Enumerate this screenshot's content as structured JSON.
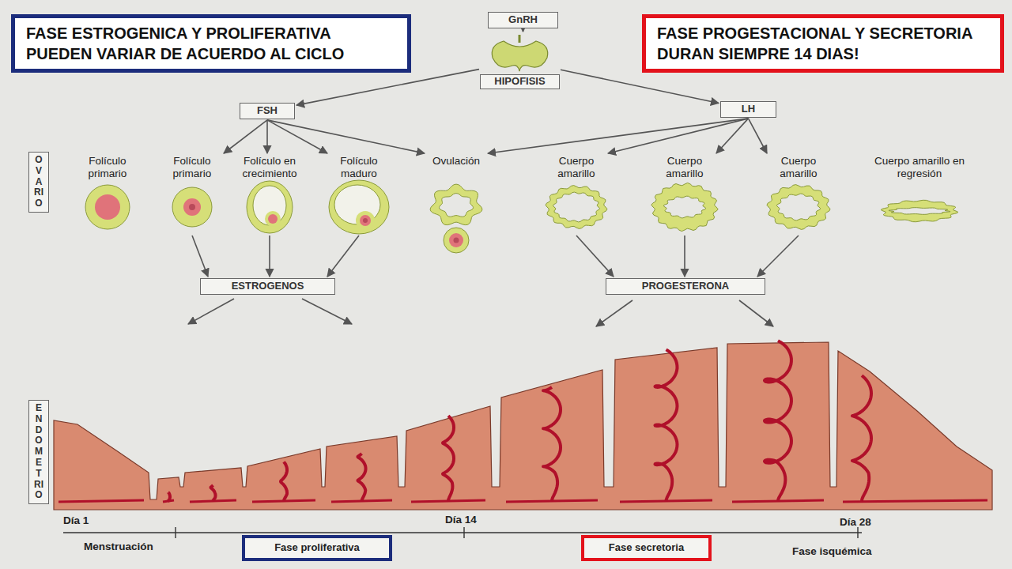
{
  "diagram": {
    "nodes": [
      {
        "text": [
          "FASE ESTROGENICA Y PROLIFERATIVA PUEDEN VARIAR DE ACUERDO AL CICLO"
        ]
      },
      {
        "text": [
          "GnRH"
        ]
      },
      {
        "text": [
          "FASE PROGESTACIONAL Y SECRETORIA DURAN SIEMPRE 14 DIAS!"
        ]
      },
      {
        "text": [
          "HIPOFISIS"
        ]
      },
      {
        "text": [
          "FSH"
        ]
      },
      {
        "text": [
          "LH"
        ]
      },
      {
        "text": [
          "OVARIO"
        ]
      },
      {
        "text": [
          "Folículo primario"
        ]
      },
      {
        "text": [
          "Folículo primario"
        ]
      },
      {
        "text": [
          "Folículo en crecimiento"
        ]
      },
      {
        "text": [
          "Folículo maduro"
        ]
      },
      {
        "text": [
          "Ovulación"
        ]
      },
      {
        "text": [
          "Cuerpo amarillo"
        ]
      },
      {
        "text": [
          "Cuerpo amarillo"
        ]
      },
      {
        "text": [
          "Cuerpo amarillo"
        ]
      },
      {
        "text": [
          "Cuerpo amarillo en regresión"
        ]
      },
      {
        "text": [
          "ESTROGENOS"
        ]
      },
      {
        "text": [
          "PROGESTERONA"
        ]
      },
      {
        "text": [
          "ENDOMETRIO"
        ]
      },
      {
        "text": [
          "Fase proliferativa"
        ]
      },
      {
        "text": [
          "Fase secretoria"
        ]
      }
    ],
    "edges": [
      {
        "from": 1,
        "to": 3,
        "arrow": "to"
      },
      {
        "from": 3,
        "to": 4,
        "arrow": "to"
      },
      {
        "from": 3,
        "to": 5,
        "arrow": "to"
      },
      {
        "from": 4,
        "to": 8,
        "arrow": "to"
      },
      {
        "from": 4,
        "to": 9,
        "arrow": "to"
      },
      {
        "from": 4,
        "to": 10,
        "arrow": "to"
      },
      {
        "from": 4,
        "to": 11,
        "arrow": "to"
      },
      {
        "from": 5,
        "to": 11,
        "arrow": "to"
      },
      {
        "from": 5,
        "to": 12,
        "arrow": "to"
      },
      {
        "from": 5,
        "to": 13,
        "arrow": "to"
      },
      {
        "from": 5,
        "to": 14,
        "arrow": "to"
      },
      {
        "from": 8,
        "to": 16,
        "arrow": "to"
      },
      {
        "from": 9,
        "to": 16,
        "arrow": "to"
      },
      {
        "from": 10,
        "to": 16,
        "arrow": "to"
      },
      {
        "from": 12,
        "to": 17,
        "arrow": "to"
      },
      {
        "from": 13,
        "to": 17,
        "arrow": "to"
      },
      {
        "from": 14,
        "to": 17,
        "arrow": "to"
      }
    ],
    "labels": [
      "Día 1",
      "Día 14",
      "Día 28",
      "Menstruación",
      "Fase isquémica"
    ]
  }
}
